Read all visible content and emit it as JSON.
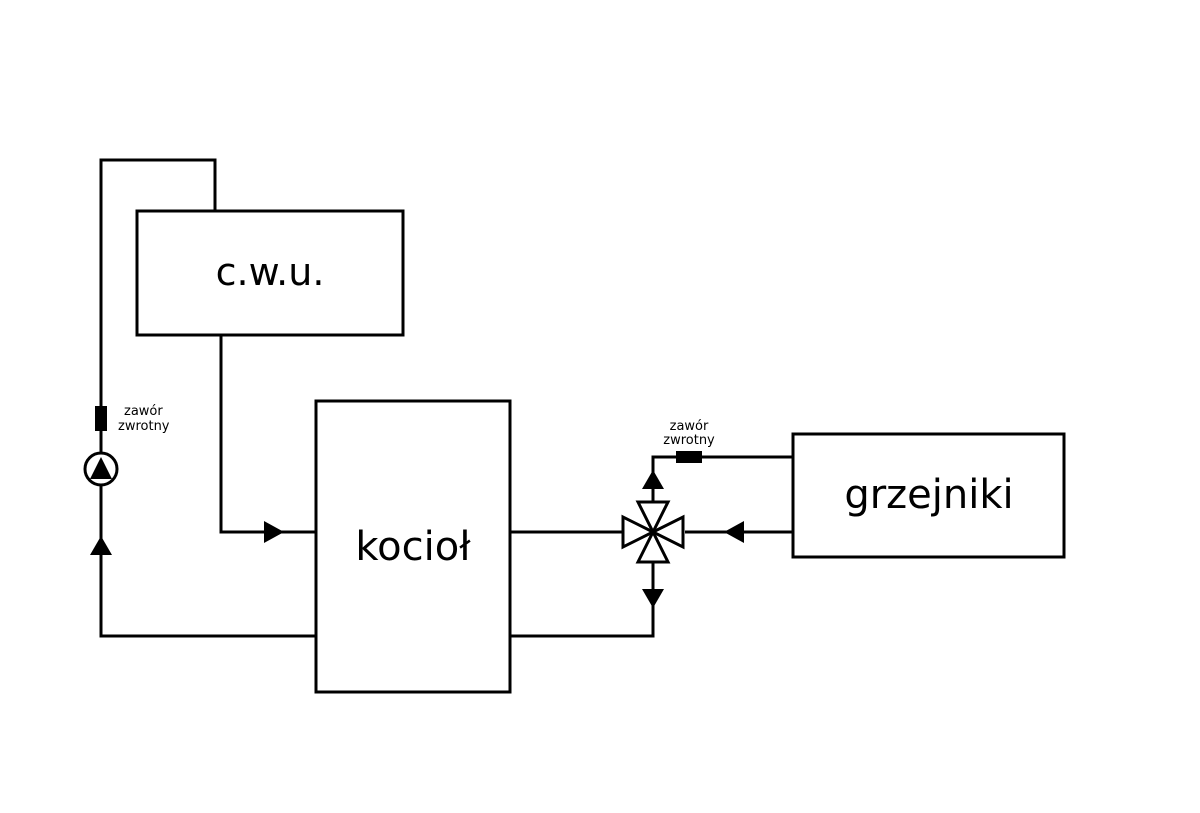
{
  "diagram": {
    "boxes": {
      "cwu": "c.w.u.",
      "boiler": "kocioł",
      "radiators": "grzejniki"
    },
    "check_valve_left": {
      "line1": "zawór",
      "line2": "zwrotny"
    },
    "check_valve_right": {
      "line1": "zawór",
      "line2": "zwrotny"
    }
  },
  "colors": {
    "line": "#000000",
    "background": "#ffffff"
  }
}
